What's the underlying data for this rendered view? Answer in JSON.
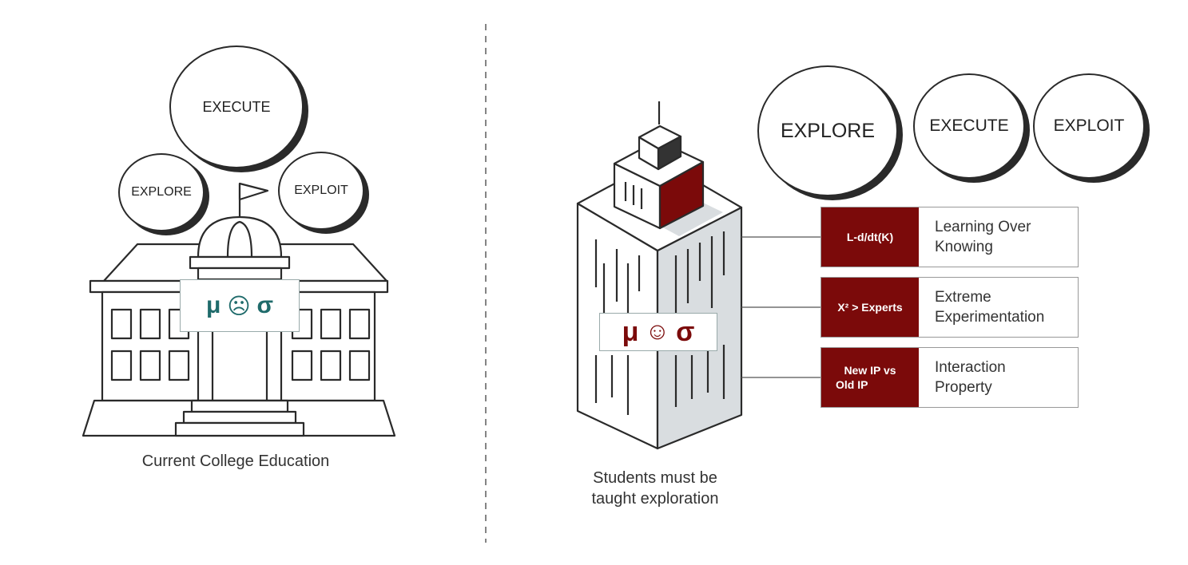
{
  "left": {
    "circles": {
      "execute": "EXECUTE",
      "explore": "EXPLORE",
      "exploit": "EXPLOIT"
    },
    "sign": {
      "mu": "μ",
      "face": "☹",
      "sigma": "σ"
    },
    "caption": "Current College Education"
  },
  "right": {
    "circles": {
      "explore": "EXPLORE",
      "execute": "EXECUTE",
      "exploit": "EXPLOIT"
    },
    "sign": {
      "mu": "μ",
      "face": "☺",
      "sigma": "σ"
    },
    "caption_line1": "Students must be",
    "caption_line2": "taught exploration",
    "items": [
      {
        "code": "L-d/dt(K)",
        "desc_line1": "Learning Over",
        "desc_line2": "Knowing"
      },
      {
        "code": "X² > Experts",
        "desc_line1": "Extreme",
        "desc_line2": "Experimentation"
      },
      {
        "code_line1": "New IP vs",
        "code_line2": "Old IP",
        "desc_line1": "Interaction",
        "desc_line2": "Property"
      }
    ]
  },
  "colors": {
    "accent": "#7b0a0a",
    "teal": "#1f6b6b",
    "line": "#2a2a2a",
    "shade": "#d9dde0"
  }
}
